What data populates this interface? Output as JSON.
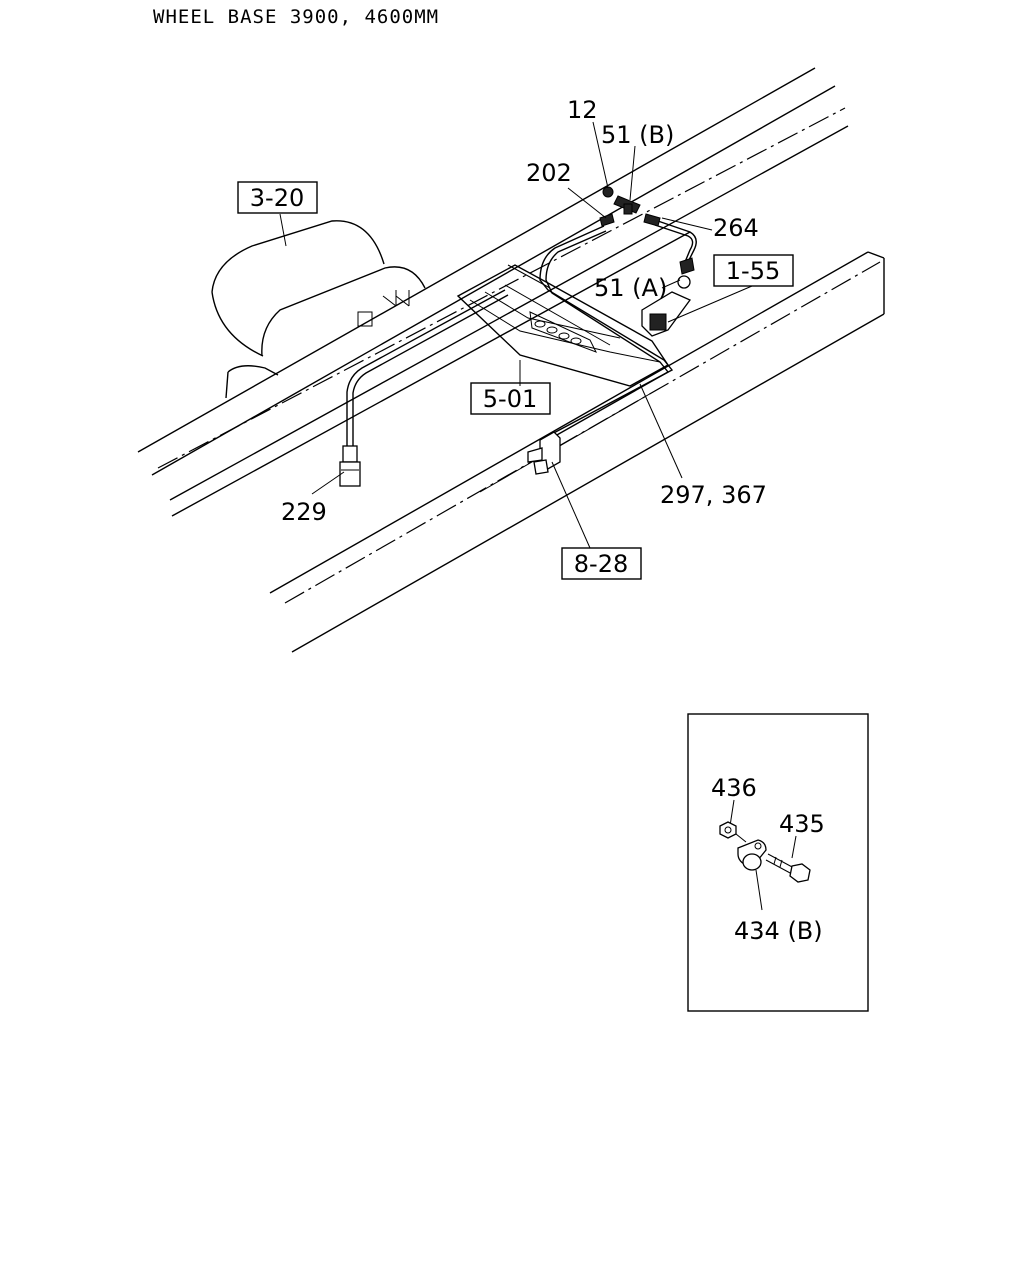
{
  "header": {
    "title": "WHEEL BASE 3900, 4600MM"
  },
  "callouts": {
    "c12": "12",
    "c51b": "51 (B)",
    "c202": "202",
    "c264": "264",
    "c51a": "51 (A)",
    "c229": "229",
    "c297": "297, 367",
    "c436": "436",
    "c435": "435",
    "c434b": "434 (B)"
  },
  "references": {
    "r320": "3-20",
    "r155": "1-55",
    "r501": "5-01",
    "r828": "8-28"
  }
}
